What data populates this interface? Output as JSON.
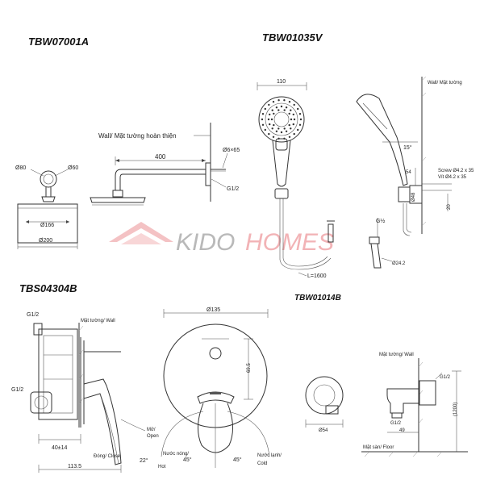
{
  "products": {
    "p1": "TBW07001A",
    "p2": "TBW01035V",
    "p3": "TBS04304B",
    "p4": "TBW01014B"
  },
  "watermark": {
    "part1": "KIDO",
    "part2": "HOMES"
  },
  "rain_shower": {
    "wall_label": "Wall/ Mặt tường hoàn thiện",
    "arm_length": "400",
    "screw": "Ø6×65",
    "thread": "G1/2",
    "d80": "Ø80",
    "d60": "Ø60",
    "d166": "Ø166",
    "d200": "Ø200"
  },
  "hand_shower": {
    "width": "110",
    "hose": "L=1600",
    "wall_label": "Wall/ Mặt tường",
    "angle": "15°",
    "h54": "54",
    "screw_en": "Screw Ø4.2 x 35",
    "screw_vn": "Vít Ø4.2 x 35",
    "h20": "20",
    "d48": "Ø48",
    "thread": "G½",
    "d242": "Ø24.2"
  },
  "mixer": {
    "g12_top": "G1/2",
    "wall": "Mặt tường/ Wall",
    "g12_side": "G1/2",
    "depth": "40±14",
    "total": "113.5",
    "close": "Đóng/ Close",
    "open_vn": "Mở/",
    "open_en": "Open",
    "d135": "Ø135",
    "h695": "69.5",
    "angle22": "22°",
    "hot_vn": "Nước nóng/",
    "hot_en": "Hot",
    "angle45a": "45°",
    "angle45b": "45°",
    "cold_vn": "Nước lạnh/",
    "cold_en": "Cold"
  },
  "elbow": {
    "wall": "Mặt tường/ Wall",
    "g12_right": "G1/2",
    "g12_bottom": "G1/2",
    "d54": "Ø54",
    "w49": "49",
    "h1200": "(1200)",
    "floor": "Mặt sàn/ Floor"
  }
}
